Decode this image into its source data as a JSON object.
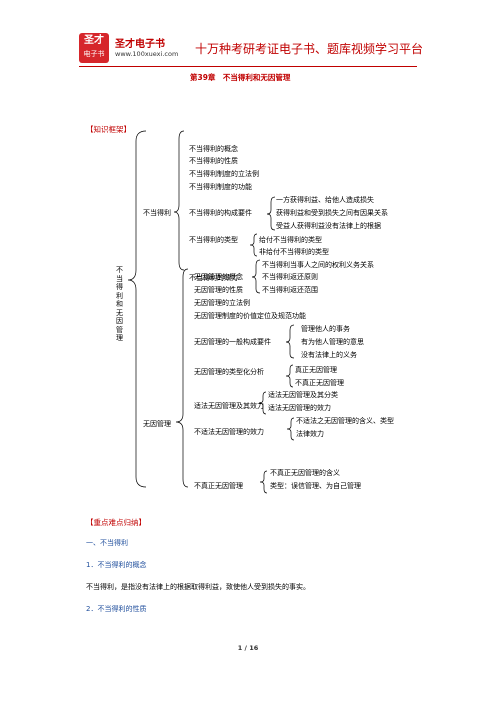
{
  "header": {
    "logo_top": "圣才",
    "logo_bottom": "电子书",
    "brand_name": "圣才电子书",
    "website": "www.100xuexi.com",
    "slogan": "十万种考研考证电子书、题库视频学习平台"
  },
  "chapter_title": "第39章　不当得利和无因管理",
  "framework": {
    "heading": "【知识框架】",
    "root": "不当得利和无因管理",
    "unjust": {
      "label": "不当得利",
      "items": [
        "不当得利的概念",
        "不当得利的性质",
        "不当得利制度的立法例",
        "不当得利制度的功能"
      ],
      "elements_label": "不当得利的构成要件",
      "elements": [
        "一方获得利益、给他人造成损失",
        "获得利益和受到损失之间有因果关系",
        "受益人获得利益没有法律上的根据"
      ],
      "types_label": "不当得利的类型",
      "types": [
        "给付不当得利的类型",
        "非给付不当得利的类型"
      ],
      "effect_label": "不当得利的效力",
      "effects": [
        "不当得利当事人之间的权利义务关系",
        "不当得利返还原则",
        "不当得利返还范围"
      ]
    },
    "negotiorum": {
      "label": "无因管理",
      "items": [
        "无因管理的概念",
        "无因管理的性质",
        "无因管理的立法例",
        "无因管理制度的价值定位及规范功能"
      ],
      "elements_label": "无因管理的一般构成要件",
      "elements": [
        "管理他人的事务",
        "有为他人管理的意思",
        "没有法律上的义务"
      ],
      "types_label": "无因管理的类型化分析",
      "types": [
        "真正无因管理",
        "不真正无因管理"
      ],
      "proper_label": "适法无因管理及其效力",
      "proper": [
        "适法无因管理及其分类",
        "适法无因管理的效力"
      ],
      "improper_label": "不适法无因管理的效力",
      "improper": [
        "不适法之无因管理的含义、类型",
        "法律效力"
      ],
      "false_label": "不真正无因管理",
      "false": [
        "不真正无因管理的含义",
        "类型：误信管理、为自己管理"
      ]
    }
  },
  "key_points": {
    "heading": "【重点难点归纳】",
    "section": "一、不当得利",
    "sub1": "1．不当得利的概念",
    "para1": "不当得利，是指没有法律上的根据取得利益，致使他人受到损失的事实。",
    "sub2": "2．不当得利的性质"
  },
  "footer": {
    "page": "1 / 16"
  },
  "colors": {
    "brand_red": "#c00000",
    "heading_blue": "#1f4e9c",
    "logo_red": "#d6262b"
  }
}
